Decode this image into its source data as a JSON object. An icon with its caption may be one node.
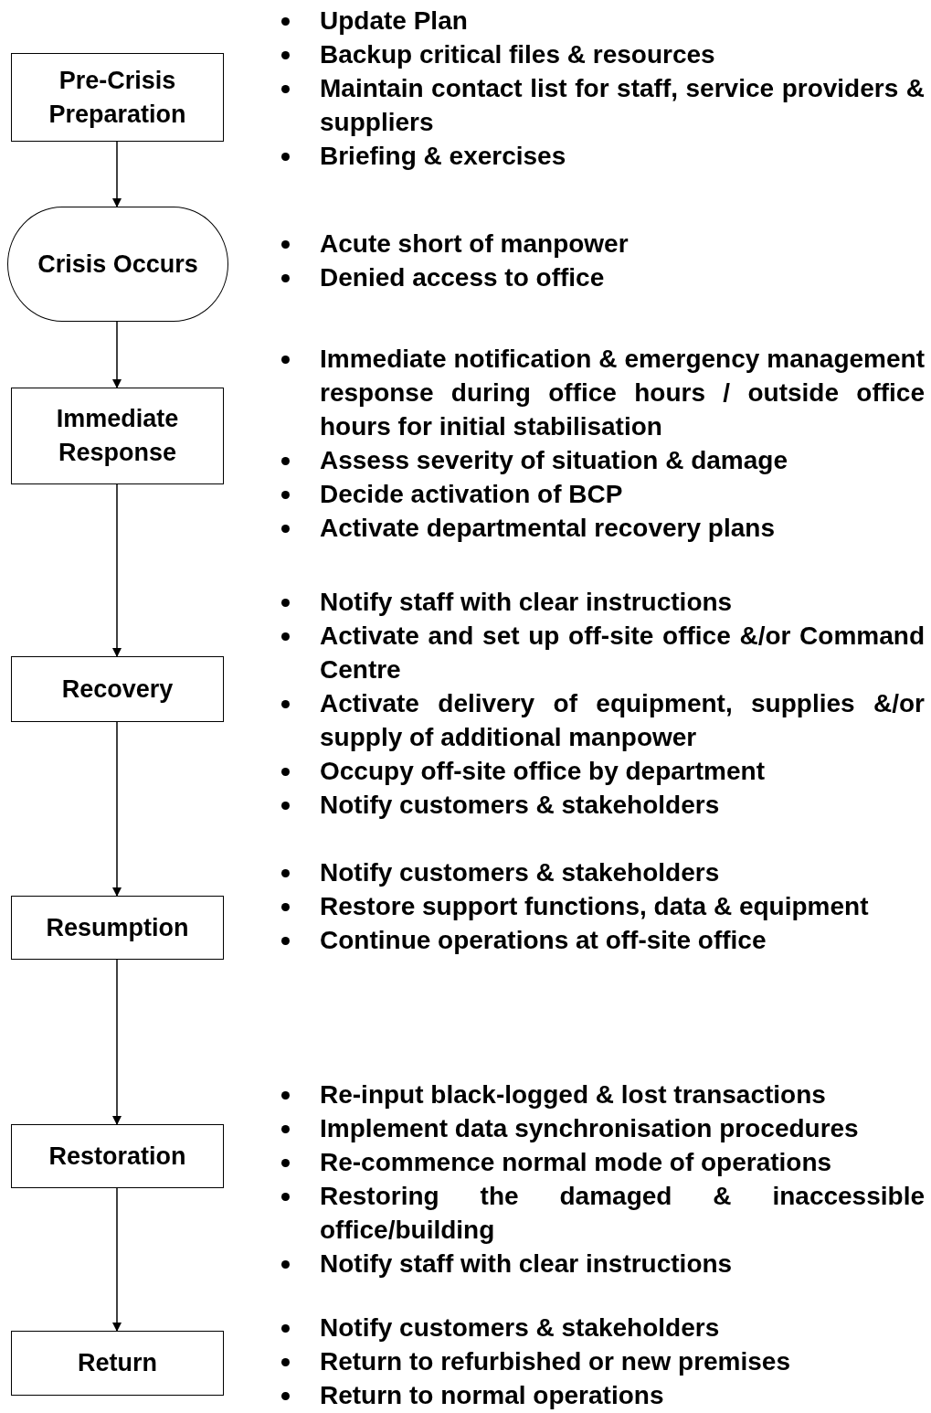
{
  "diagram": {
    "nodes": [
      {
        "text": [
          "Pre-Crisis Preparation"
        ],
        "beside": [
          "Update Plan",
          "Backup critical files & resources",
          "Maintain contact list for staff, service providers & suppliers",
          "Briefing & exercises"
        ]
      },
      {
        "text": [
          "Crisis Occurs"
        ],
        "beside": [
          "Acute short of manpower",
          "Denied access to office"
        ]
      },
      {
        "text": [
          "Immediate Response"
        ],
        "beside": [
          "Immediate notification & emergency management response during office hours / outside office hours for initial stabilisation",
          "Assess severity of situation & damage",
          "Decide activation of BCP",
          "Activate departmental recovery plans"
        ]
      },
      {
        "text": [
          "Recovery"
        ],
        "beside": [
          "Notify staff with clear instructions",
          "Activate and set up off-site office &/or Command Centre",
          "Activate delivery of equipment, supplies &/or supply of additional manpower",
          "Occupy off-site office by department",
          "Notify customers & stakeholders"
        ]
      },
      {
        "text": [
          "Resumption"
        ],
        "beside": [
          "Notify customers & stakeholders",
          "Restore support functions, data & equipment",
          "Continue operations at off-site office"
        ]
      },
      {
        "text": [
          "Restoration"
        ],
        "beside": [
          "Re-input black-logged & lost transactions",
          "Implement data synchronisation procedures",
          "Re-commence normal mode of operations",
          "Restoring the damaged & inaccessible office/building",
          "Notify staff with clear instructions"
        ]
      },
      {
        "text": [
          "Return"
        ],
        "beside": [
          "Notify customers & stakeholders",
          "Return to refurbished or new premises",
          "Return to normal operations"
        ]
      }
    ],
    "edges": [
      {
        "from": 0,
        "to": 1,
        "arrow": "to"
      },
      {
        "from": 1,
        "to": 2,
        "arrow": "to"
      },
      {
        "from": 2,
        "to": 3,
        "arrow": "to"
      },
      {
        "from": 3,
        "to": 4,
        "arrow": "to"
      },
      {
        "from": 4,
        "to": 5,
        "arrow": "to"
      },
      {
        "from": 5,
        "to": 6,
        "arrow": "to"
      }
    ]
  }
}
